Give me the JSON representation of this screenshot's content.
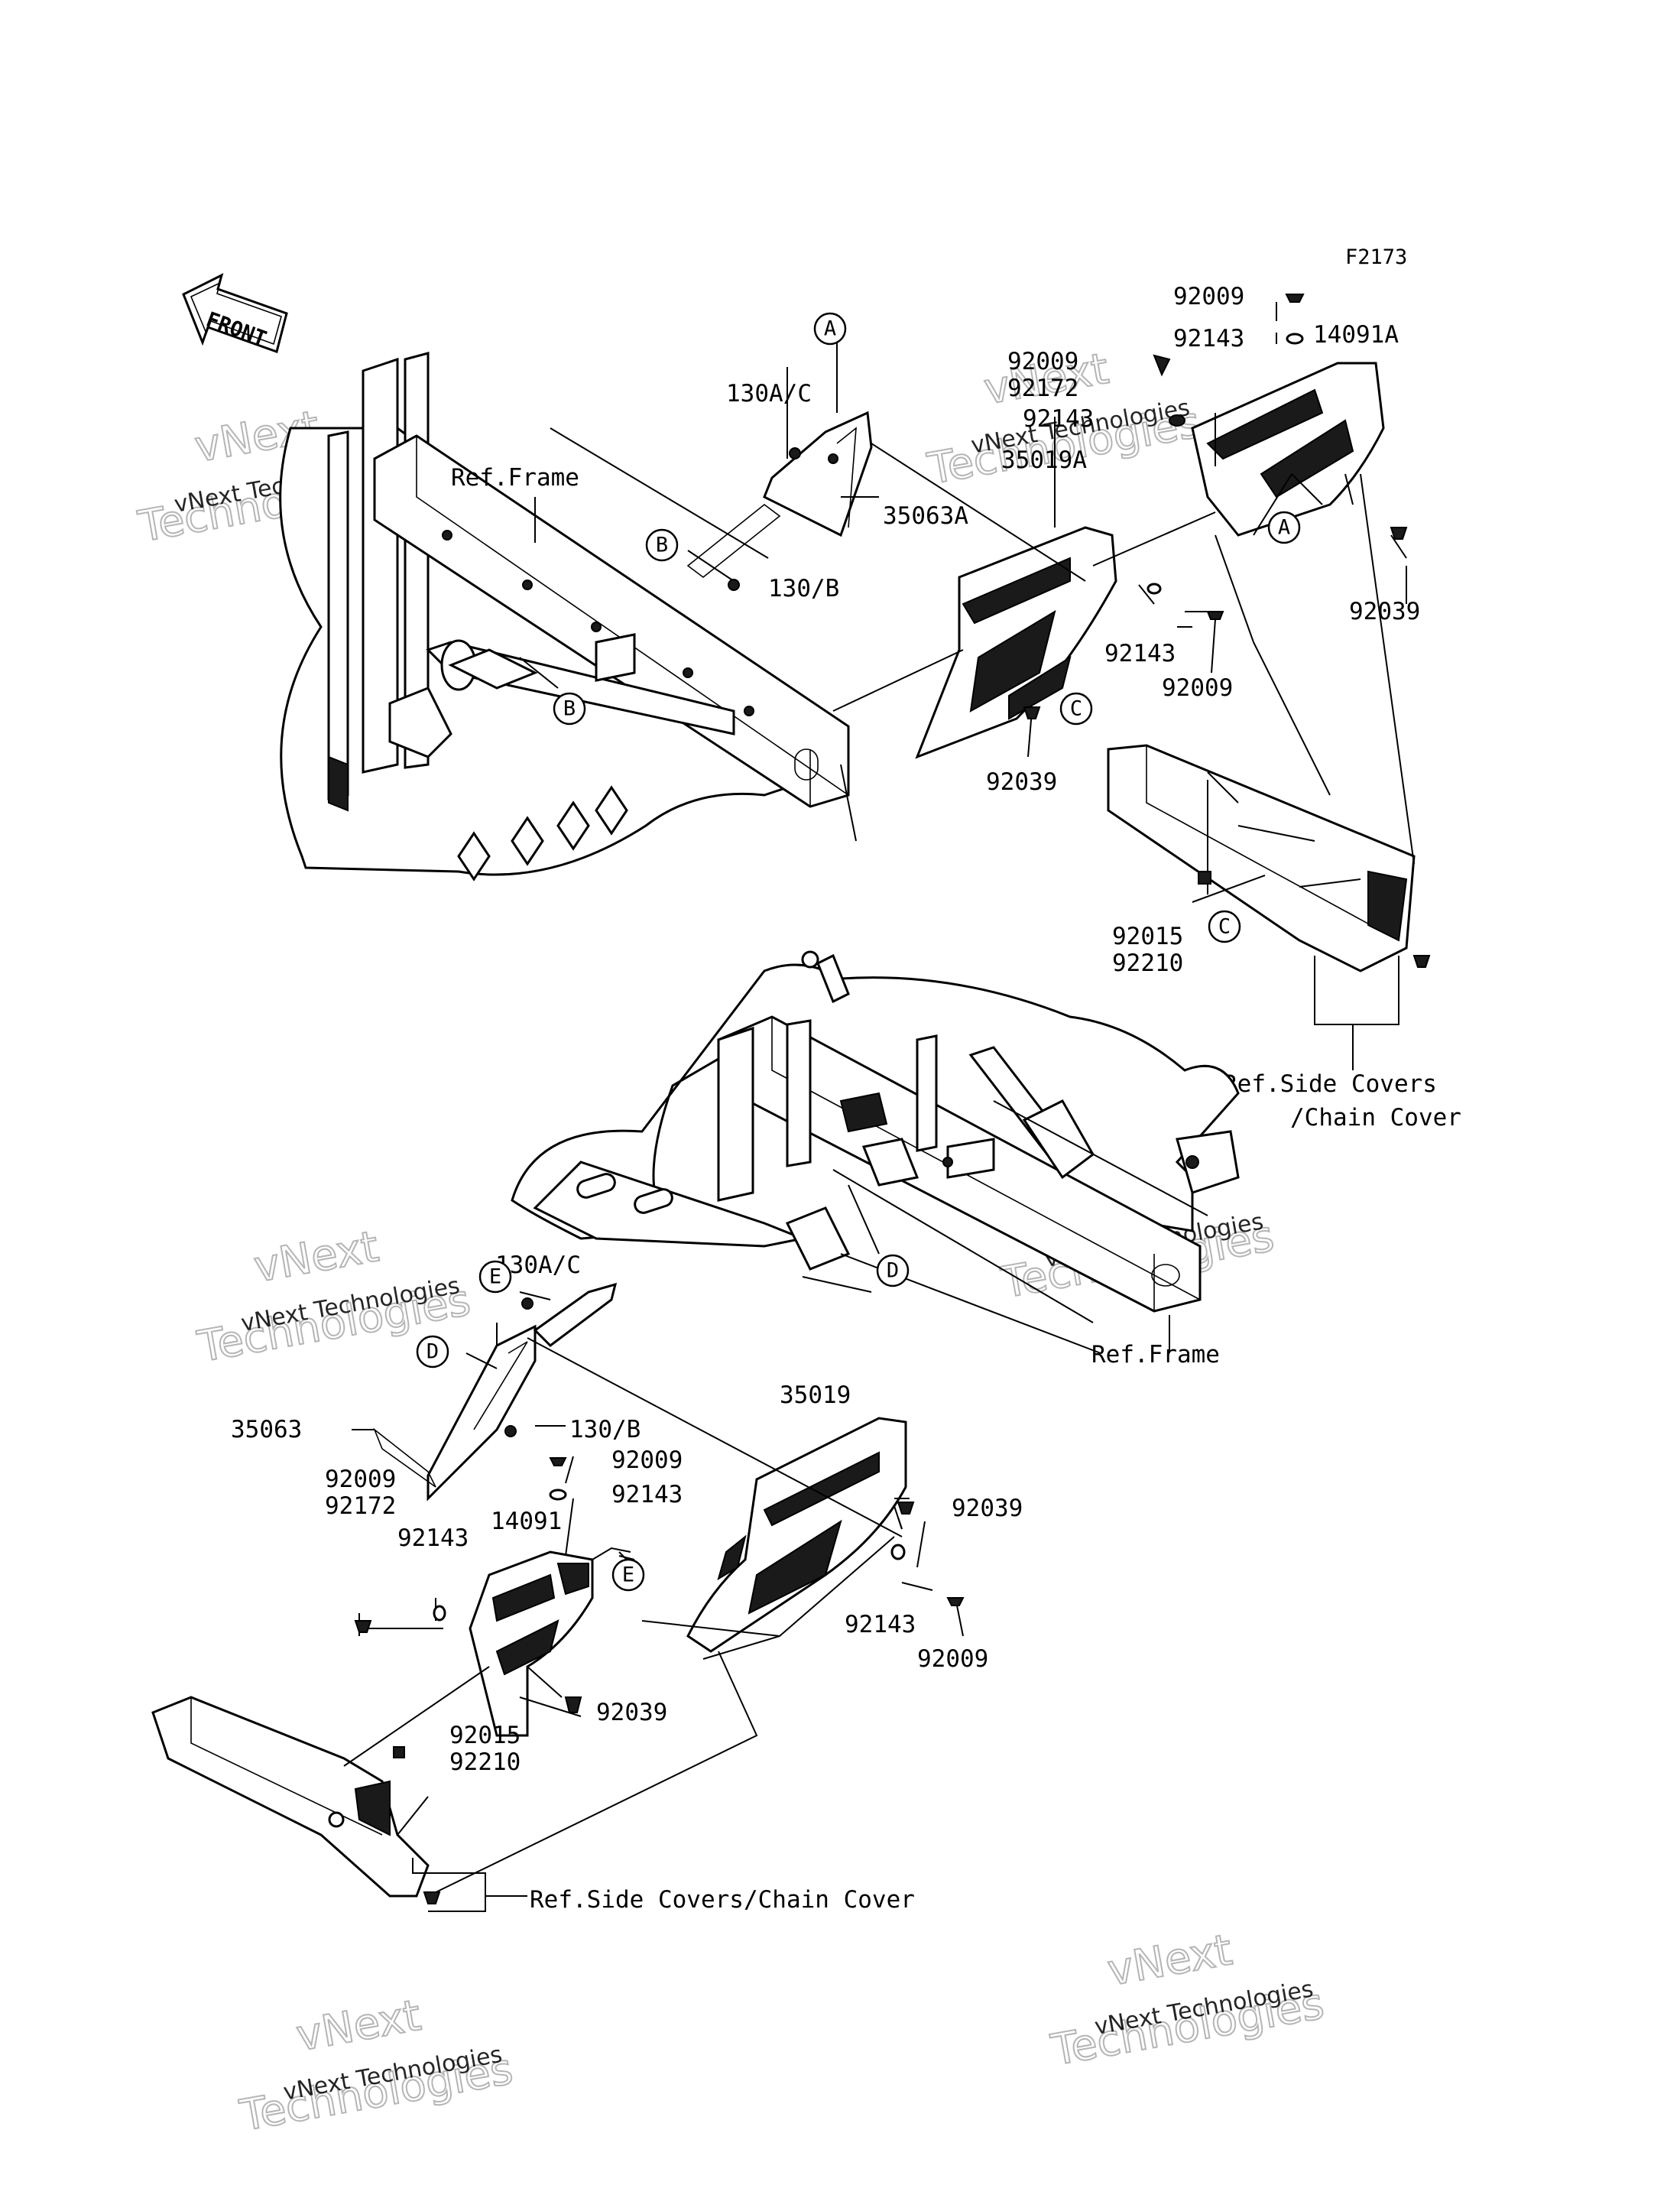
{
  "figure_code": "F2173",
  "front_arrow": {
    "label": "FRONT"
  },
  "colors": {
    "ink": "#000000",
    "watermark": "#b5b5b5",
    "background": "#ffffff"
  },
  "watermark": {
    "line1": "vNext Technologies",
    "line2": "vNext\nTechnologies"
  },
  "callouts": {
    "A": "A",
    "B": "B",
    "C": "C",
    "D": "D",
    "E": "E"
  },
  "upper": {
    "ref_frame": "Ref.Frame",
    "ref_side_covers_1": "Ref.Side Covers",
    "ref_side_covers_2": "/Chain Cover",
    "parts": {
      "p92009_top": "92009",
      "p92143_top": "92143",
      "p14091A": "14091A",
      "p92009_mid": "92009",
      "p92172_mid": "92172",
      "p92143_mid": "92143",
      "p130AC": "130A/C",
      "p35019A": "35019A",
      "p35063A": "35063A",
      "p130B": "130/B",
      "p92039_right": "92039",
      "p92143_low": "92143",
      "p92009_low": "92009",
      "p92039_low": "92039",
      "p92015": "92015",
      "p92210": "92210"
    }
  },
  "lower": {
    "ref_frame": "Ref.Frame",
    "ref_side_covers": "Ref.Side Covers/Chain Cover",
    "parts": {
      "p130AC": "130A/C",
      "p35019": "35019",
      "p35063": "35063",
      "p130B": "130/B",
      "p92009_a": "92009",
      "p92143_a": "92143",
      "p92009_b": "92009",
      "p92172_b": "92172",
      "p14091": "14091",
      "p92143_b": "92143",
      "p92039_r": "92039",
      "p92143_r": "92143",
      "p92009_r": "92009",
      "p92039_b": "92039",
      "p92015": "92015",
      "p92210": "92210"
    }
  }
}
